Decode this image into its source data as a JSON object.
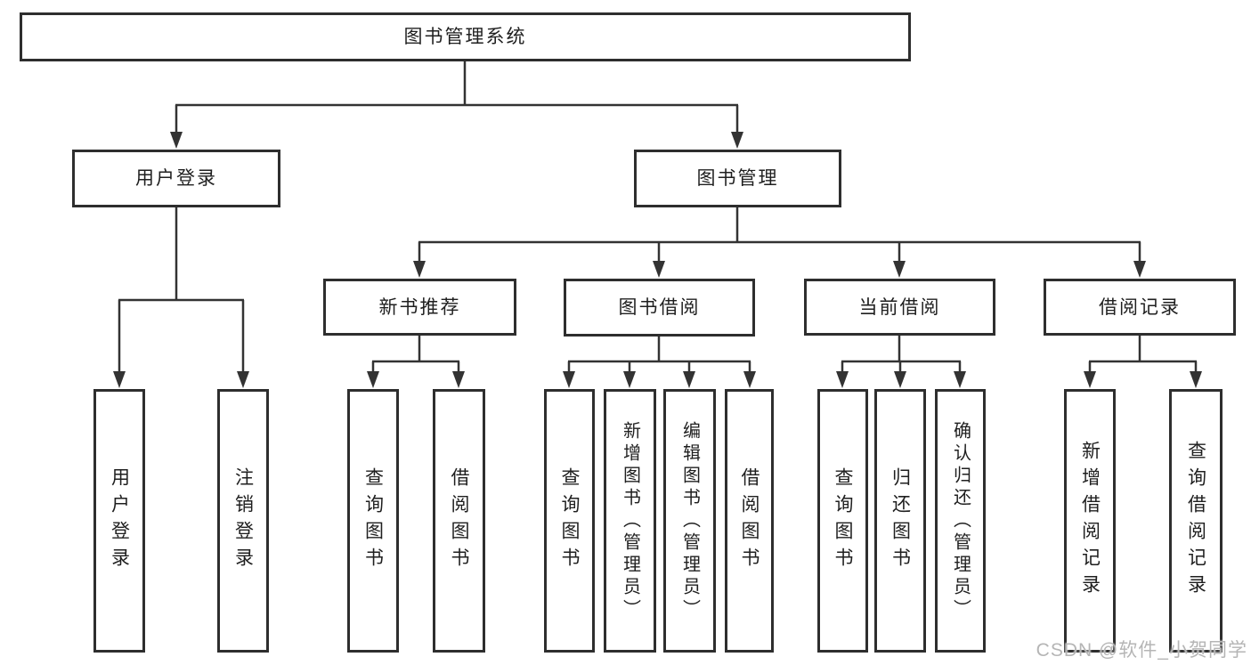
{
  "title": {
    "root": "图书管理系统"
  },
  "level2": {
    "user_login": "用户登录",
    "book_mgmt": "图书管理"
  },
  "level3": {
    "new_book": "新书推荐",
    "book_borrow": "图书借阅",
    "current_borrow": "当前借阅",
    "borrow_record": "借阅记录"
  },
  "leaves": {
    "user_login": [
      "用户登录",
      "注销登录"
    ],
    "new_book": [
      "查询图书",
      "借阅图书"
    ],
    "book_borrow": [
      "查询图书",
      "新增图书（管理员）",
      "编辑图书（管理员）",
      "借阅图书"
    ],
    "current_borrow": [
      "查询图书",
      "归还图书",
      "确认归还（管理员）"
    ],
    "borrow_record": [
      "新增借阅记录",
      "查询借阅记录"
    ]
  },
  "watermark": "CSDN @软件_小贺同学",
  "colors": {
    "line": "#333333",
    "border": "#2e2e2e",
    "text": "#1f1f1f",
    "background": "#ffffff",
    "watermark": "#b5b5b5"
  }
}
